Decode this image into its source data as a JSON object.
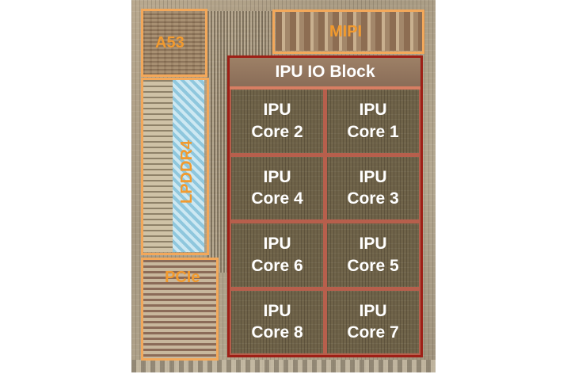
{
  "labels": {
    "a53": "A53",
    "mipi": "MIPI",
    "lpddr4": "LPDDR4",
    "pcie": "PCIe",
    "ipu_io_block": "IPU IO Block"
  },
  "cores": [
    {
      "line1": "IPU",
      "line2": "Core 2"
    },
    {
      "line1": "IPU",
      "line2": "Core 1"
    },
    {
      "line1": "IPU",
      "line2": "Core 4"
    },
    {
      "line1": "IPU",
      "line2": "Core 3"
    },
    {
      "line1": "IPU",
      "line2": "Core 6"
    },
    {
      "line1": "IPU",
      "line2": "Core 5"
    },
    {
      "line1": "IPU",
      "line2": "Core 8"
    },
    {
      "line1": "IPU",
      "line2": "Core 7"
    }
  ],
  "colors": {
    "label_orange": "#f29a2e",
    "outline_orange": "#f3a85a",
    "ipu_border": "#9e1f16",
    "core_fill": "#6f6349"
  }
}
